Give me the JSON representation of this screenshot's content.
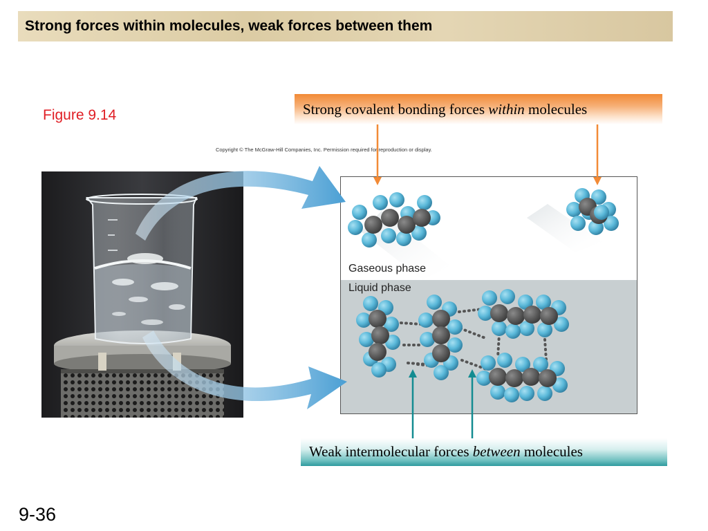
{
  "slide": {
    "title": "Strong forces within molecules, weak forces between them",
    "figure_label": "Figure 9.14",
    "copyright": "Copyright © The McGraw-Hill Companies, Inc. Permission required for reproduction or display.",
    "slide_number": "9-36"
  },
  "callouts": {
    "top": {
      "prefix": "Strong covalent bonding forces ",
      "emphasis": "within",
      "suffix": " molecules",
      "color": "#f28a36"
    },
    "bottom": {
      "prefix": "Weak intermolecular forces ",
      "emphasis": "between",
      "suffix": " molecules",
      "color": "#2e9a9e"
    }
  },
  "diagram": {
    "gas_label": "Gaseous phase",
    "liquid_label": "Liquid phase",
    "colors": {
      "carbon": "#4a4a4a",
      "hydrogen": "#5ab8d9",
      "arrow": "#4a9fd4",
      "liquid_bg": "#c8cfd1"
    }
  }
}
